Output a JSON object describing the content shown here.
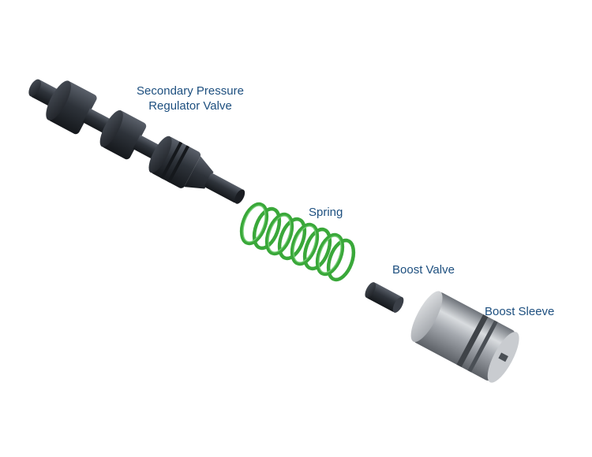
{
  "labels": {
    "secondary_pressure_regulator_valve": [
      "Secondary Pressure",
      "Regulator Valve"
    ],
    "spring": "Spring",
    "boost_valve": "Boost Valve",
    "boost_sleeve": "Boost Sleeve"
  },
  "colors": {
    "label_text": "#1d4f7f",
    "valve_dark": "#2b2f36",
    "spring_green": "#3aa83a",
    "sleeve_metal": "#b8bcc2",
    "background": "#ffffff"
  }
}
